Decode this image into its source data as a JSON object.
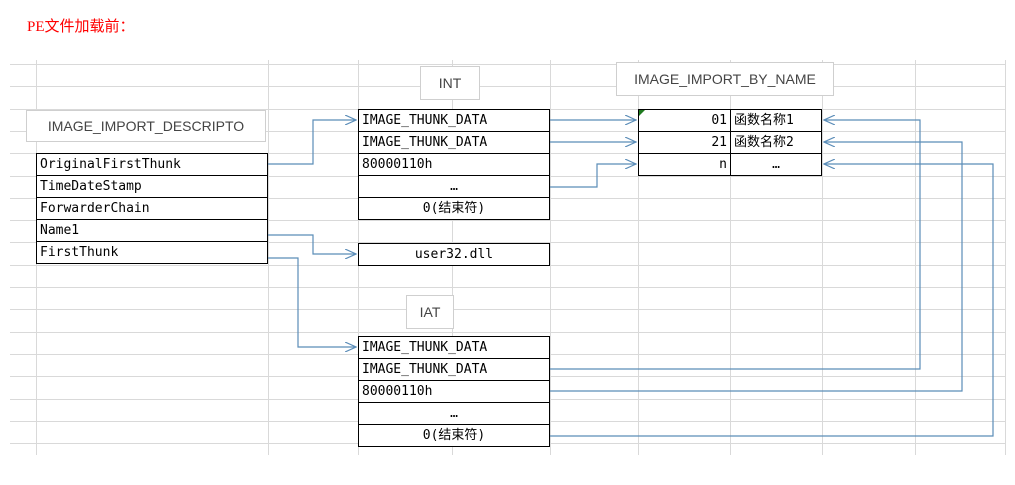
{
  "title": "PE文件加载前：",
  "labels": {
    "descriptor": "IMAGE_IMPORT_DESCRIPTO",
    "int": "INT",
    "iat": "IAT",
    "by_name": "IMAGE_IMPORT_BY_NAME"
  },
  "descriptor_rows": [
    "OriginalFirstThunk",
    "TimeDateStamp",
    "ForwarderChain",
    "Name1",
    "FirstThunk"
  ],
  "int_rows": [
    "IMAGE_THUNK_DATA",
    "IMAGE_THUNK_DATA",
    "80000110h",
    "…",
    "0(结束符)"
  ],
  "dll_name": "user32.dll",
  "iat_rows": [
    "IMAGE_THUNK_DATA",
    "IMAGE_THUNK_DATA",
    "80000110h",
    "…",
    "0(结束符)"
  ],
  "by_name_rows": [
    {
      "hint": "01",
      "name": "函数名称1"
    },
    {
      "hint": "21",
      "name": "函数名称2"
    },
    {
      "hint": "n",
      "name": "…"
    }
  ],
  "colors": {
    "title": "#ff0000",
    "arrow": "#5b8db8",
    "grid": "#d9d9d9",
    "border": "#000000"
  }
}
